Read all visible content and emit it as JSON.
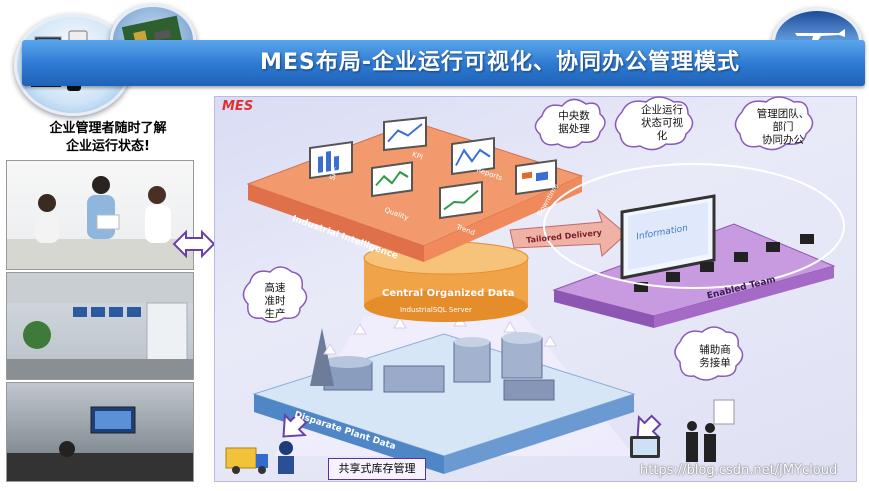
{
  "title": "MES布局-企业运行可视化、协同办公管理模式",
  "manager_caption": [
    "企业管理者随时了解",
    "企业运行状态!"
  ],
  "diagram": {
    "corner_label": "MES",
    "layers": {
      "top": "Industrial Intelligence",
      "middle": "Central Organized Data",
      "middle_sub": "IndustrialSQL Server",
      "bottom": "Disparate Plant Data",
      "right": "Enabled Team",
      "delivery": "Tailored Delivery"
    },
    "screen_labels": [
      "SPC",
      "KPI",
      "Reports",
      "Quality",
      "Trend",
      "Downtime"
    ],
    "screen_info": "Information",
    "clouds": {
      "center_data": [
        "中央数",
        "据处理"
      ],
      "visual": [
        "企业运行",
        "状态可视",
        "化"
      ],
      "team": [
        "管理团队、",
        "部门",
        "协同办公"
      ],
      "speed": [
        "高速",
        "准时",
        "生产"
      ],
      "aux": [
        "辅助商",
        "务接单"
      ]
    },
    "bottom_box": "共享式库存管理"
  },
  "watermark": "https://blog.csdn.net/JMYcloud",
  "colors": {
    "banner": "#2d78d0",
    "top_plate": "#f0895a",
    "bottom_plate": "#5f93cc",
    "right_plate": "#b07bcf",
    "cylinder": "#f2a044",
    "mes_label": "#e0322c"
  }
}
